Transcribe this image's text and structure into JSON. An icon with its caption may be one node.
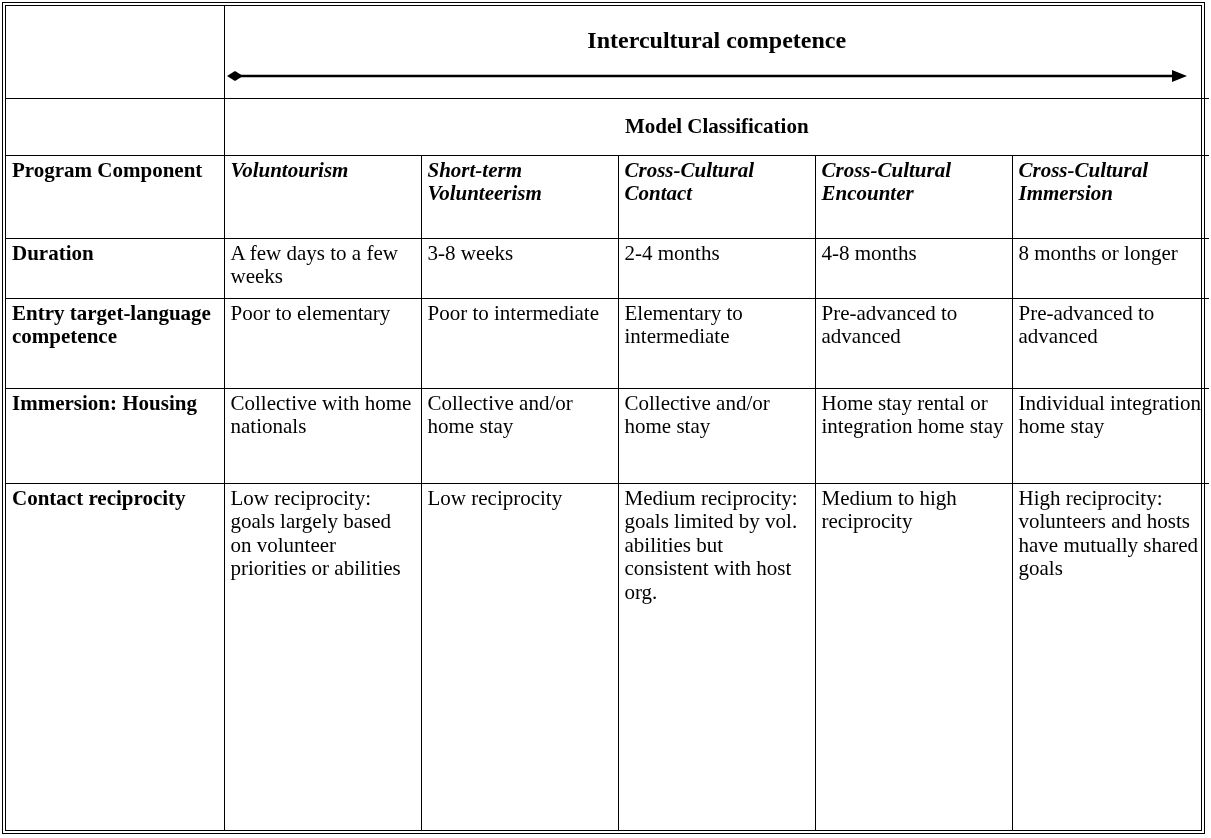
{
  "diagram": {
    "labels": [
      "Intercultural competence",
      "Model Classification",
      "Program Component",
      "Voluntourism",
      "Short-term Volunteerism",
      "Cross-Cultural Contact",
      "Cross-Cultural Encounter",
      "Cross-Cultural Immersion",
      "Duration",
      "A few days to a few weeks",
      "3-8 weeks",
      "2-4 months",
      "4-8 months",
      "8 months or longer",
      "Entry target-language competence",
      "Poor to elementary",
      "Poor to intermediate",
      "Elementary to intermediate",
      "Pre-advanced to advanced",
      "Pre-advanced to advanced",
      "Immersion: Housing",
      "Collective with home nationals",
      "Collective and/or home stay",
      "Collective and/or home stay",
      "Home stay rental or integration home stay",
      "Individual integration home stay",
      "Contact reciprocity",
      "Low reciprocity: goals largely based on volunteer priorities or abilities",
      "Low reciprocity",
      "Medium reciprocity: goals limited by vol. abilities but consistent with host org.",
      "Medium to high reciprocity",
      "High reciprocity: volunteers and hosts have mutually shared goals"
    ]
  }
}
